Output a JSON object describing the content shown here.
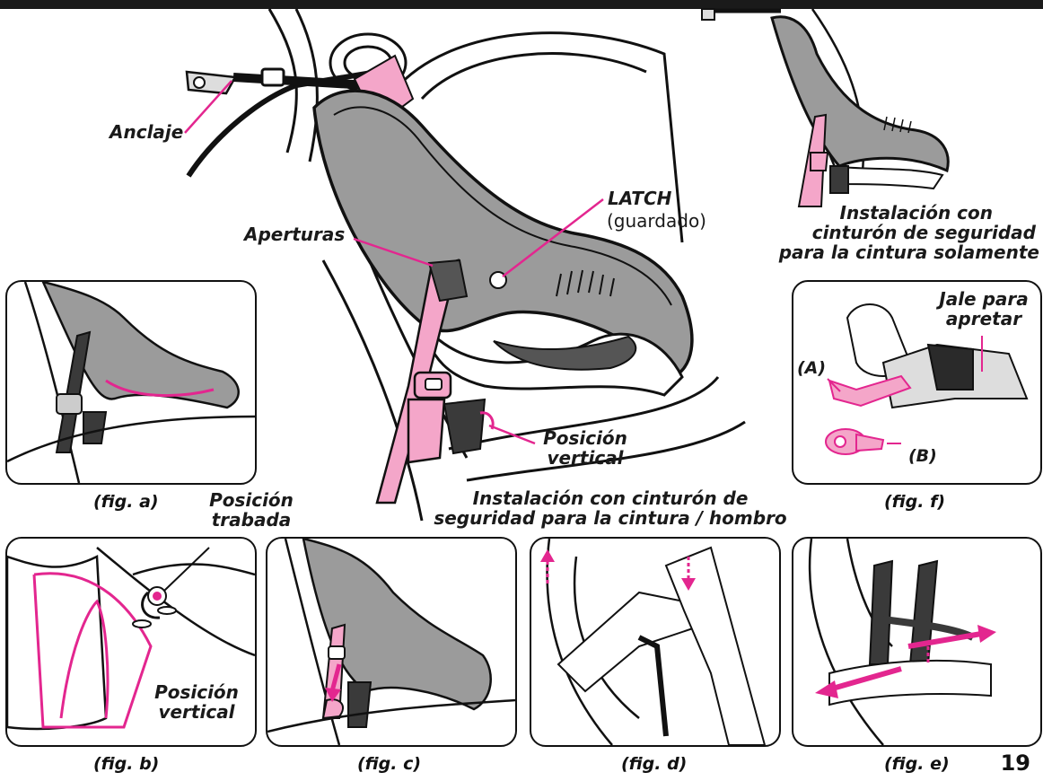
{
  "colors": {
    "accent": "#e3268f",
    "pink_fill": "#f4a6c9",
    "seat_gray": "#9b9b9b",
    "ink": "#111111"
  },
  "labels": {
    "anclaje": "Anclaje",
    "aperturas": "Aperturas",
    "latch": "LATCH",
    "latch_note": "(guardado)",
    "posicion_vertical_main_1": "Posición",
    "posicion_vertical_main_2": "vertical",
    "lap_shoulder_1": "Instalación con cinturón de",
    "lap_shoulder_2": "seguridad para la cintura / hombro",
    "lap_only_1": "Instalación con",
    "lap_only_2": "cinturón de seguridad",
    "lap_only_3": "para la cintura solamente",
    "jale_1": "Jale para",
    "jale_2": "apretar",
    "part_a": "(A)",
    "part_b": "(B)",
    "trabada_1": "Posición",
    "trabada_2": "trabada",
    "vertical_b_1": "Posición",
    "vertical_b_2": "vertical"
  },
  "captions": {
    "fig_a": "(fig. a)",
    "fig_b": "(fig. b)",
    "fig_c": "(fig. c)",
    "fig_d": "(fig. d)",
    "fig_e": "(fig. e)",
    "fig_f": "(fig. f)"
  },
  "page_number": "19"
}
